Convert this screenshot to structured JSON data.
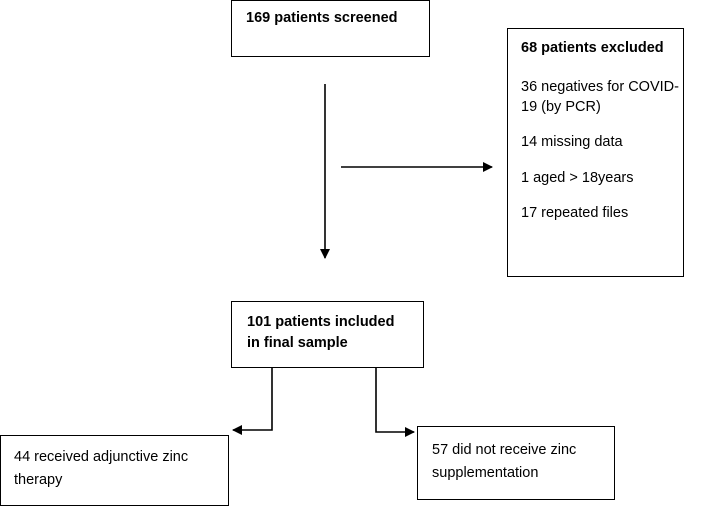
{
  "screened": {
    "label": "169 patients screened"
  },
  "excluded": {
    "title": "68 patients excluded",
    "reasons": [
      "36 negatives for COVID-",
      "19 (by PCR)",
      "14 missing data",
      "1 aged > 18years",
      "17 repeated files"
    ]
  },
  "included": {
    "line1": "101 patients included",
    "line2": "in final sample"
  },
  "zinc": {
    "line1": "44 received adjunctive zinc",
    "line2": "therapy"
  },
  "no_zinc": {
    "line1": "57 did not receive zinc",
    "line2": "supplementation"
  },
  "colors": {
    "line": "#000000",
    "background": "#ffffff"
  }
}
